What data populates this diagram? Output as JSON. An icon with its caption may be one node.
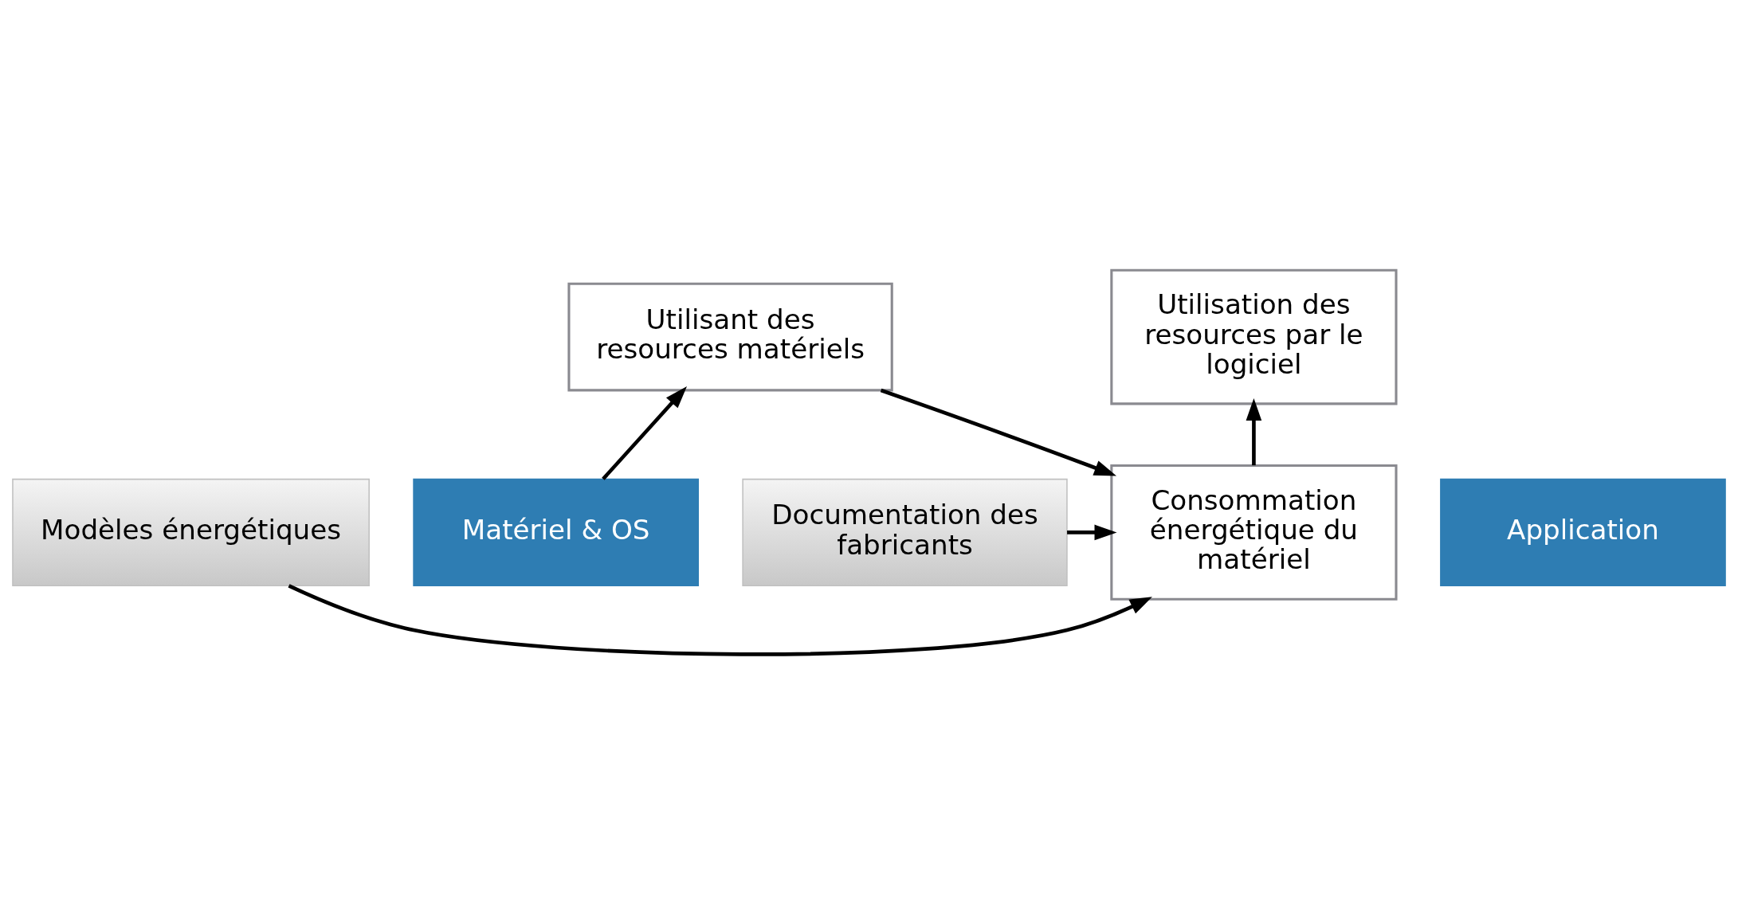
{
  "diagram": {
    "nodes": [
      {
        "text": [
          "Modèles énergétiques"
        ]
      },
      {
        "text": [
          "Utilisation des resources par le logiciel"
        ]
      },
      {
        "text": [
          "Consommation énergétique du matériel"
        ]
      },
      {
        "text": [
          "Application"
        ]
      },
      {
        "text": [
          "Matériel & OS"
        ]
      },
      {
        "text": [
          "Utilisant des resources matériels"
        ]
      },
      {
        "text": [
          "Documentation des fabricants"
        ]
      }
    ],
    "edges": [
      {
        "from": 0,
        "to": 2,
        "arrow": "to"
      },
      {
        "from": 2,
        "to": 1,
        "arrow": "to"
      },
      {
        "from": 5,
        "to": 2,
        "arrow": "to"
      },
      {
        "from": 6,
        "to": 2,
        "arrow": "to"
      },
      {
        "from": 4,
        "to": 5,
        "arrow": "to"
      }
    ]
  }
}
